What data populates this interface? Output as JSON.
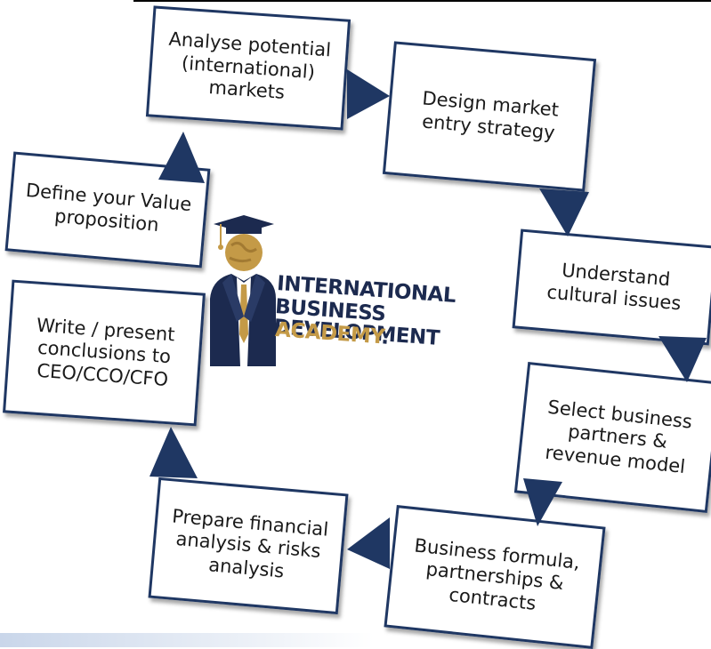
{
  "steps": {
    "analyse": "Analyse  potential\n(international)\nmarkets",
    "design": "Design market\nentry strategy",
    "understand": "Understand\ncultural issues",
    "select": "Select business\npartners &\nrevenue model",
    "formula": "Business formula,\npartnerships &\ncontracts",
    "prepare": "Prepare financial\nanalysis & risks\nanalysis",
    "write": "Write / present\nconclusions to\nCEO/CCO/CFO",
    "define": "Define your Value\nproposition"
  },
  "logo": {
    "line1": "INTERNATIONAL",
    "line2": "BUSINESS DEVELOPMENT",
    "line3": "ACADEMY",
    "dot": ".",
    "icon": "graduate-with-globe-head"
  },
  "colors": {
    "box_border": "#1f3763",
    "arrow": "#1f3763",
    "logo_navy": "#1c2a4f",
    "logo_gold": "#c49a47"
  }
}
